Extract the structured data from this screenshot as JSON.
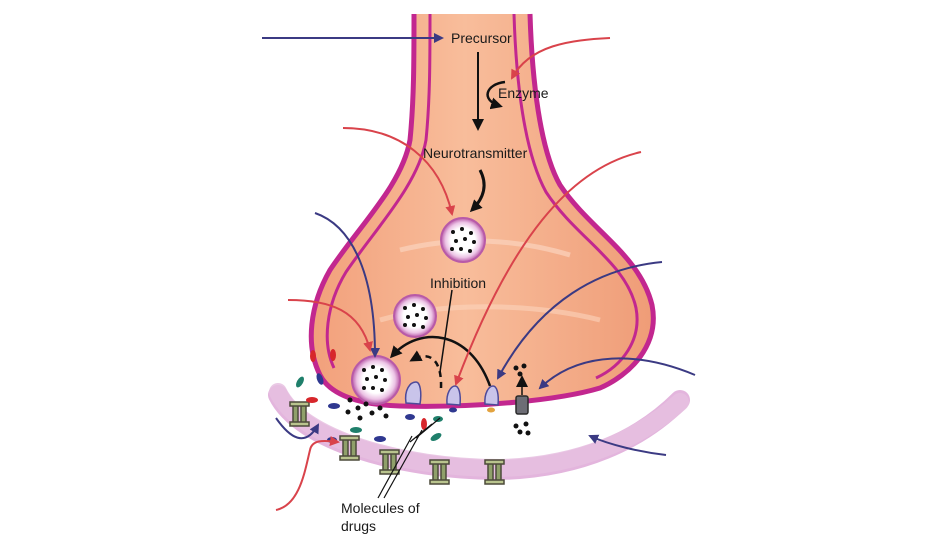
{
  "labels": {
    "precursor": "Precursor",
    "enzyme": "Enzyme",
    "neurotransmitter": "Neurotransmitter",
    "inhibition": "Inhibition",
    "drugs_line1": "Molecules of",
    "drugs_line2": "drugs"
  },
  "colors": {
    "terminal_fill": "#f4a985",
    "membrane": "#c2278f",
    "postsynaptic": "#e3b5dd",
    "vesicle": "#d99ad2",
    "red_arrow": "#d9434b",
    "blue_arrow": "#3b3a83",
    "black": "#111111"
  }
}
